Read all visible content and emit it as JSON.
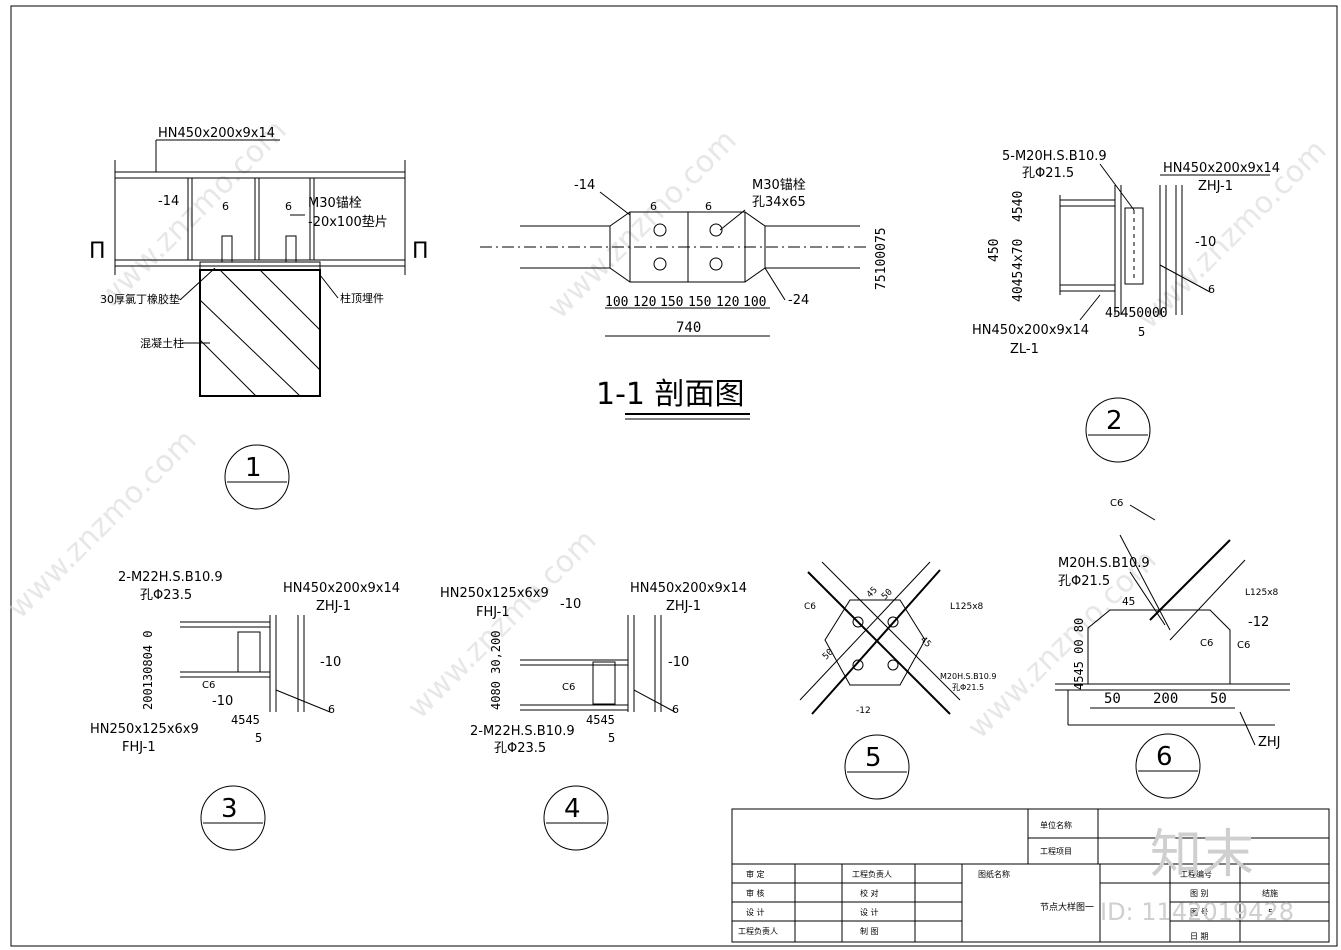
{
  "detail1": {
    "beam": "HN450x200x9x14",
    "plate": "-14",
    "weld": "6",
    "bolt": "M30锚栓",
    "washer": "-20x100垫片",
    "pad": "30厚氯丁橡胶垫",
    "embed": "柱顶埋件",
    "column": "混凝土柱",
    "cut_mark": "┃",
    "num": "1"
  },
  "section11": {
    "plate": "-14",
    "bolt": "M30锚栓",
    "hole": "孔34x65",
    "plate2": "-24",
    "weld": "6",
    "dims": [
      "100",
      "120",
      "150",
      "150",
      "120",
      "100"
    ],
    "total": "740",
    "vdims": "75100075",
    "title": "1-1 剖面图"
  },
  "detail2": {
    "bolt": "5-M20H.S.B10.9",
    "hole": "孔Φ21.5",
    "col": "HN450x200x9x14",
    "col_id": "ZHJ-1",
    "beam": "HN450x200x9x14",
    "beam_id": "ZL-1",
    "plate": "-10",
    "weld": "6",
    "h": "450",
    "vd1": "4540",
    "vd2": "4x70",
    "vd3": "4045",
    "hd": "45450000",
    "hd2": "5",
    "num": "2"
  },
  "detail3": {
    "bolt": "2-M22H.S.B10.9",
    "hole": "孔Φ23.5",
    "col": "HN450x200x9x14",
    "col_id": "ZHJ-1",
    "beam": "HN250x125x6x9",
    "beam_id": "FHJ-1",
    "plate": "-10",
    "plate2": "-10",
    "weld": "C6",
    "weld2": "6",
    "vd": "200130804 0",
    "hd": "4545",
    "hd2": "5",
    "num": "3"
  },
  "detail4": {
    "beam": "HN250x125x6x9",
    "beam_id": "FHJ-1",
    "col": "HN450x200x9x14",
    "col_id": "ZHJ-1",
    "plate": "-10",
    "plate2": "-10",
    "bolt": "2-M22H.S.B10.9",
    "hole": "孔Φ23.5",
    "weld": "C6",
    "weld2": "6",
    "vd": "4080 30,200",
    "hd": "4545",
    "hd2": "5",
    "num": "4"
  },
  "detail5": {
    "angle": "L125x8",
    "weld": "C6",
    "bolt": "M20H.S.B10.9",
    "hole": "孔Φ21.5",
    "plate": "-12",
    "d1": "50",
    "d2": "45",
    "d3": "50",
    "d4": "45",
    "num": "5"
  },
  "detail6": {
    "weld_top": "C6",
    "bolt": "M20H.S.B10.9",
    "hole": "孔Φ21.5",
    "angle": "L125x8",
    "plate": "-12",
    "weld": "C6",
    "weld2": "C6",
    "d45": "45",
    "vd": "4545 00 80",
    "hd": [
      "50",
      "200",
      "50"
    ],
    "col": "ZHJ",
    "num": "6"
  },
  "titleblock": {
    "r1": "审  定",
    "r2": "审  核",
    "r3": "设  计",
    "r4": "工程负责人",
    "c1": "工程负责人",
    "c2": "校  对",
    "c3": "设  计",
    "c4": "制  图",
    "proj_name_label": "图纸名称",
    "drawing_title": "节点大样图一",
    "owner_label": "单位名称",
    "project_label": "工程项目",
    "sub_label": "工程编号",
    "drawing_no_label": "图  别",
    "scale_label": "图  号",
    "date_label": "日  期",
    "sheet_label": "结施",
    "sheet_no": "5"
  },
  "watermark": {
    "brand": "知末",
    "id": "ID: 1142019428",
    "site": "www.znzmo.com"
  }
}
